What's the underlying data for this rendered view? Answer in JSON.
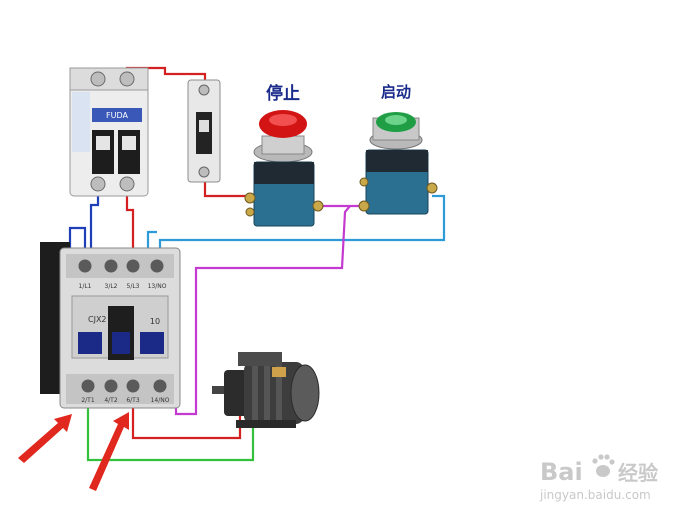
{
  "labels": {
    "stop": "停止",
    "start": "启动"
  },
  "breaker": {
    "brand": "FUDA"
  },
  "contactor": {
    "model": "CJX2",
    "aux": "10",
    "top_terminals": [
      "1/L1",
      "3/L2",
      "5/L3",
      "13/NO"
    ],
    "bottom_terminals": [
      "2/T1",
      "4/T2",
      "6/T3",
      "14/NO"
    ]
  },
  "watermark": {
    "brand": "Bai",
    "cn": "经验",
    "url": "jingyan.baidu.com"
  },
  "colors": {
    "wire_red": "#d42020",
    "wire_blue": "#1f3fb8",
    "wire_lightblue": "#2f9ad8",
    "wire_magenta": "#c43ad0",
    "wire_green": "#33c13d",
    "arrow_red": "#e0281e",
    "label_blue": "#1a2b8c"
  }
}
